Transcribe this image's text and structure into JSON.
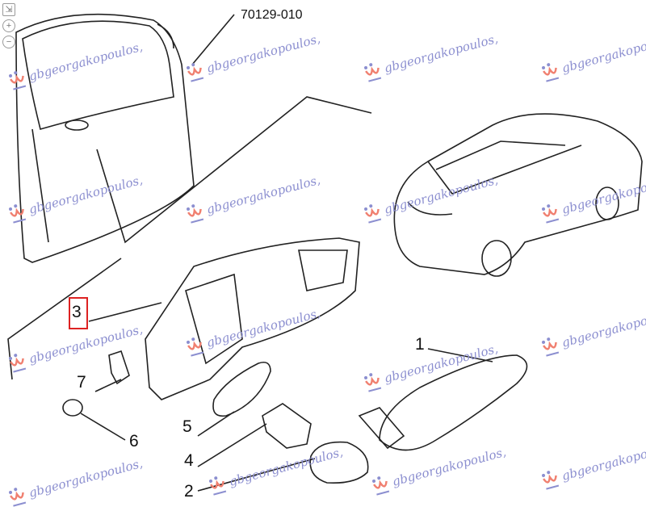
{
  "diagram": {
    "reference_code": "70129-010",
    "callouts": [
      "1",
      "2",
      "3",
      "4",
      "5",
      "6",
      "7"
    ],
    "highlighted_callout": "3",
    "highlight_color": "#d22222"
  },
  "watermark": {
    "text": "gbgeorgakopoulos,",
    "text_color": "#8c8fd0",
    "logo_color": "#f08070"
  },
  "viewer_controls": {
    "expand_icon": "expand-icon",
    "zoom_in_icon": "zoom-in-icon",
    "zoom_out_icon": "zoom-out-icon"
  }
}
